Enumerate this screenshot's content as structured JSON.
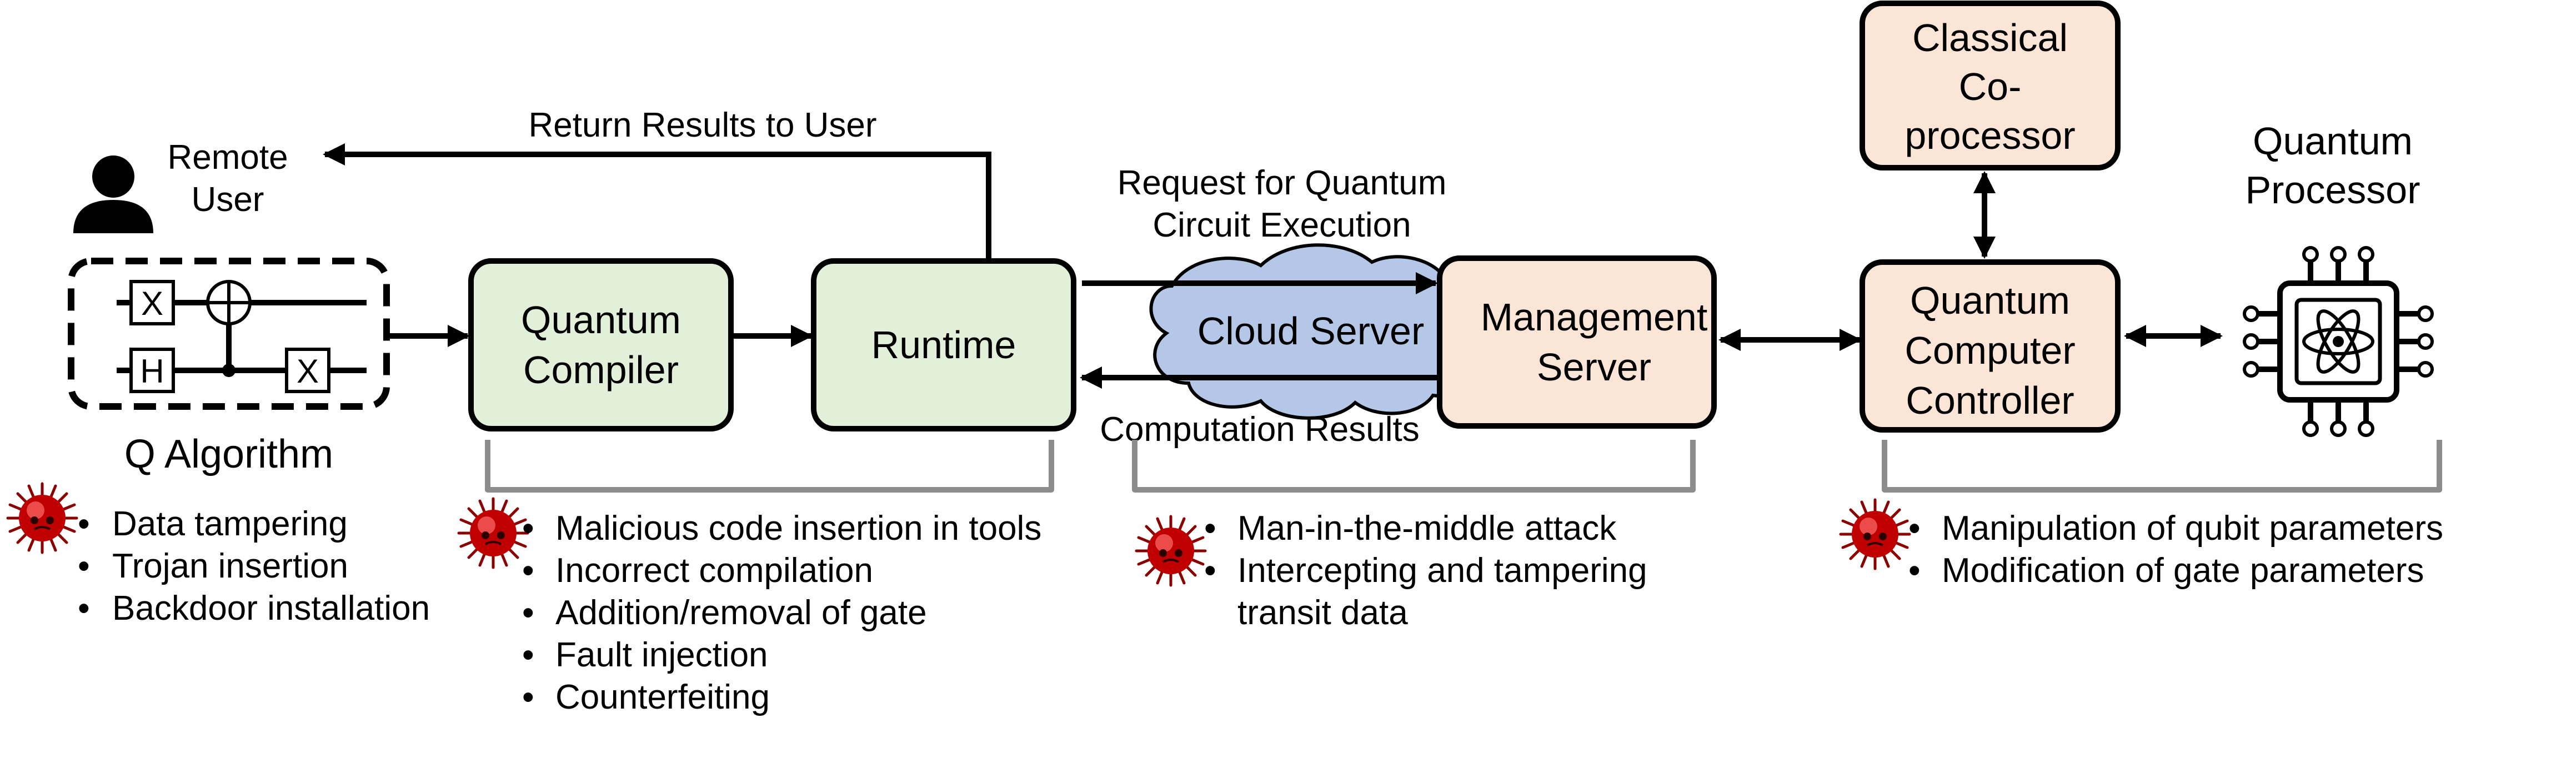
{
  "user": {
    "icon": "user-icon",
    "label_lines": [
      "Remote",
      "User"
    ]
  },
  "return_label": "Return Results to User",
  "q_algorithm": {
    "label": "Q Algorithm",
    "gates": [
      "X",
      "H",
      "X"
    ]
  },
  "boxes": {
    "compiler": [
      "Quantum",
      "Compiler"
    ],
    "runtime": [
      "Runtime"
    ],
    "cloud": [
      "Cloud Server"
    ],
    "management": [
      "Management",
      "Server"
    ],
    "controller": [
      "Quantum",
      "Computer",
      "Controller"
    ],
    "coprocessor": [
      "Classical",
      "Co-",
      "processor"
    ]
  },
  "request_label": [
    "Request for Quantum",
    "Circuit Execution"
  ],
  "computation_label": "Computation Results",
  "processor": {
    "icon": "quantum-chip-icon",
    "label_lines": [
      "Quantum",
      "Processor"
    ]
  },
  "threats": {
    "icon": "virus-icon",
    "algorithm": [
      "Data tampering",
      "Trojan insertion",
      "Backdoor installation"
    ],
    "compiler": [
      "Malicious code insertion in tools",
      "Incorrect compilation",
      "Addition/removal of gate",
      "Fault injection",
      "Counterfeiting"
    ],
    "network": [
      "Man-in-the-middle attack",
      "Intercepting and tampering",
      "transit data"
    ],
    "hardware": [
      "Manipulation of qubit parameters",
      "Modification of gate parameters"
    ]
  },
  "colors": {
    "green_box": "#e2f0d9",
    "peach_box": "#fbe5d6",
    "cloud": "#b4c7e7",
    "brace": "#8c8c8c",
    "virus": "#c00000"
  }
}
